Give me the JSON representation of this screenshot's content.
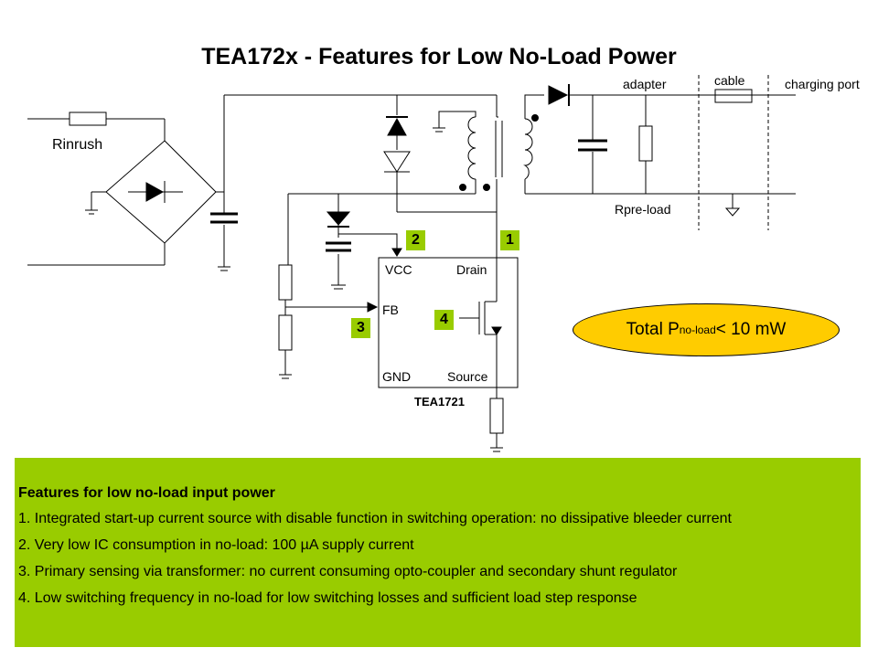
{
  "title": "TEA172x - Features for Low No-Load Power",
  "labels": {
    "rinrush": "Rinrush",
    "adapter": "adapter",
    "cable": "cable",
    "charging_port": "charging port",
    "rpre_load": "Rpre-load",
    "vcc": "VCC",
    "drain": "Drain",
    "fb": "FB",
    "gnd": "GND",
    "source": "Source",
    "chip": "TEA1721"
  },
  "markers": [
    "1",
    "2",
    "3",
    "4"
  ],
  "no_load": {
    "prefix": "Total P",
    "subscript": "no-load",
    "suffix": " < 10 mW"
  },
  "features": {
    "heading": "Features for low no-load input power",
    "items": [
      "1. Integrated start-up current source with disable function in switching operation: no dissipative bleeder current",
      "2. Very low IC consumption in no-load: 100 µA supply current",
      "3. Primary sensing via transformer: no current consuming opto-coupler and secondary shunt regulator",
      "4. Low switching frequency in no-load for low switching losses and sufficient load step response"
    ]
  },
  "colors": {
    "marker_bg": "#99cc00",
    "panel_bg": "#99cc00",
    "oval_bg": "#ffcc00"
  }
}
